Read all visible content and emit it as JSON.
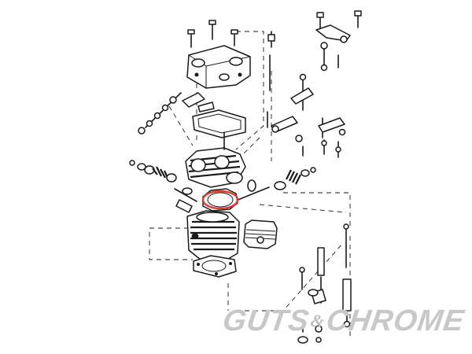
{
  "diagram": {
    "highlight_color": "#e0392f",
    "line_color": "#1a1a1a",
    "highlighted_part": "head-gasket"
  },
  "watermark": {
    "left_word": "GUTS",
    "amp": "&",
    "right_word": "CHROME",
    "color": "#c8c8c8"
  }
}
